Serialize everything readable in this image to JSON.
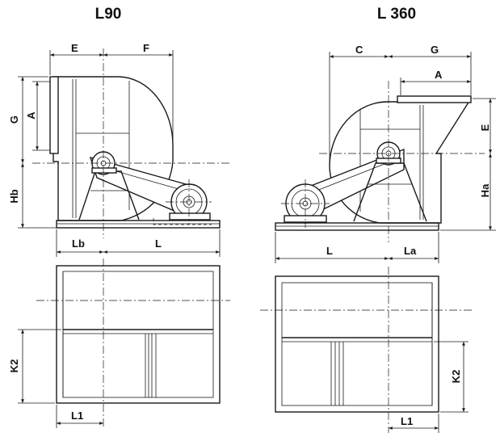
{
  "titles": {
    "left": "L90",
    "right": "L 360"
  },
  "left_side_view": {
    "dims": {
      "E": "E",
      "F": "F",
      "G": "G",
      "A": "A",
      "Hb": "Hb",
      "Lb": "Lb",
      "L": "L"
    }
  },
  "right_side_view": {
    "dims": {
      "C": "C",
      "G": "G",
      "A": "A",
      "E": "E",
      "Ha": "Ha",
      "L": "L",
      "La": "La"
    }
  },
  "left_top_view": {
    "dims": {
      "K2": "K2",
      "L1": "L1"
    }
  },
  "right_top_view": {
    "dims": {
      "K2": "K2",
      "L1": "L1"
    }
  }
}
